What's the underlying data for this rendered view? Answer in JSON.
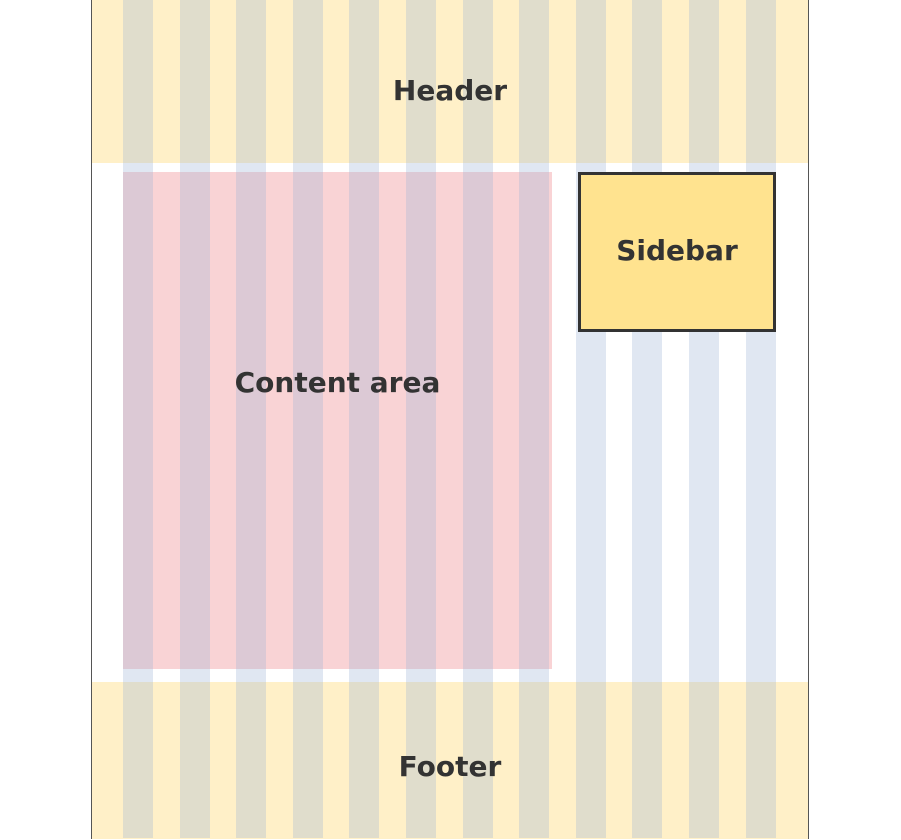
{
  "header": {
    "label": "Header"
  },
  "content": {
    "label": "Content area"
  },
  "sidebar": {
    "label": "Sidebar"
  },
  "footer": {
    "label": "Footer"
  },
  "grid": {
    "columns": 12
  },
  "colors": {
    "header_footer": "#fff0c8",
    "content": "#f7d0d1",
    "sidebar": "#ffe38f",
    "column": "#e0e6f1"
  }
}
